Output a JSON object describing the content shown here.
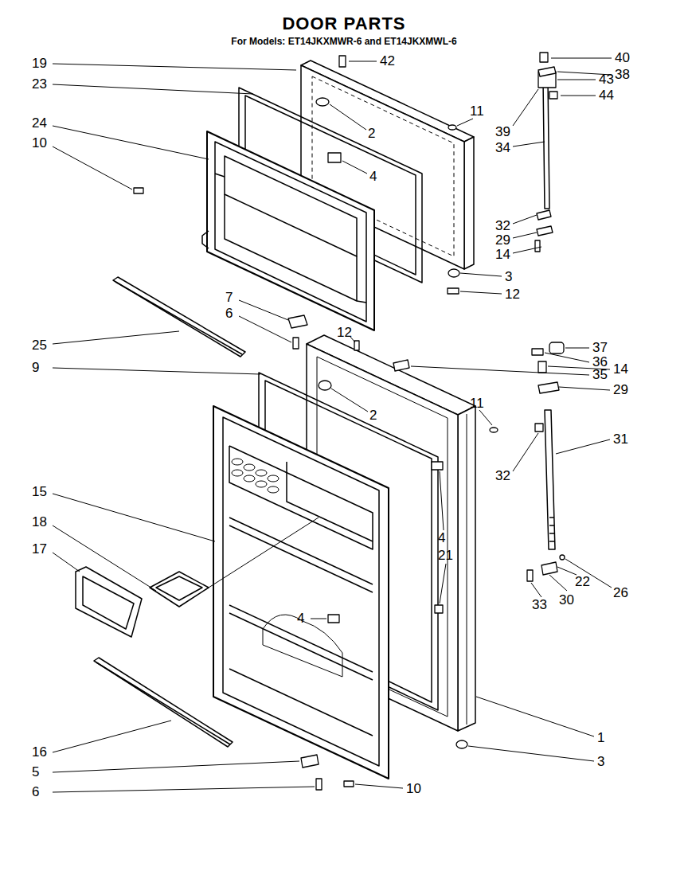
{
  "diagram": {
    "title": "DOOR PARTS",
    "labels": [
      "For Models: ET14JKXMWR-6 and ET14JKXMWL-6",
      "19",
      "23",
      "42",
      "43",
      "44",
      "40",
      "38",
      "2",
      "11",
      "39",
      "34",
      "24",
      "10",
      "4",
      "32",
      "29",
      "14",
      "3",
      "12",
      "7",
      "6",
      "12",
      "37",
      "36",
      "35",
      "25",
      "9",
      "2",
      "11",
      "14",
      "29",
      "31",
      "32",
      "15",
      "18",
      "17",
      "4",
      "21",
      "4",
      "22",
      "26",
      "30",
      "33",
      "1",
      "16",
      "5",
      "3",
      "6",
      "10"
    ]
  }
}
